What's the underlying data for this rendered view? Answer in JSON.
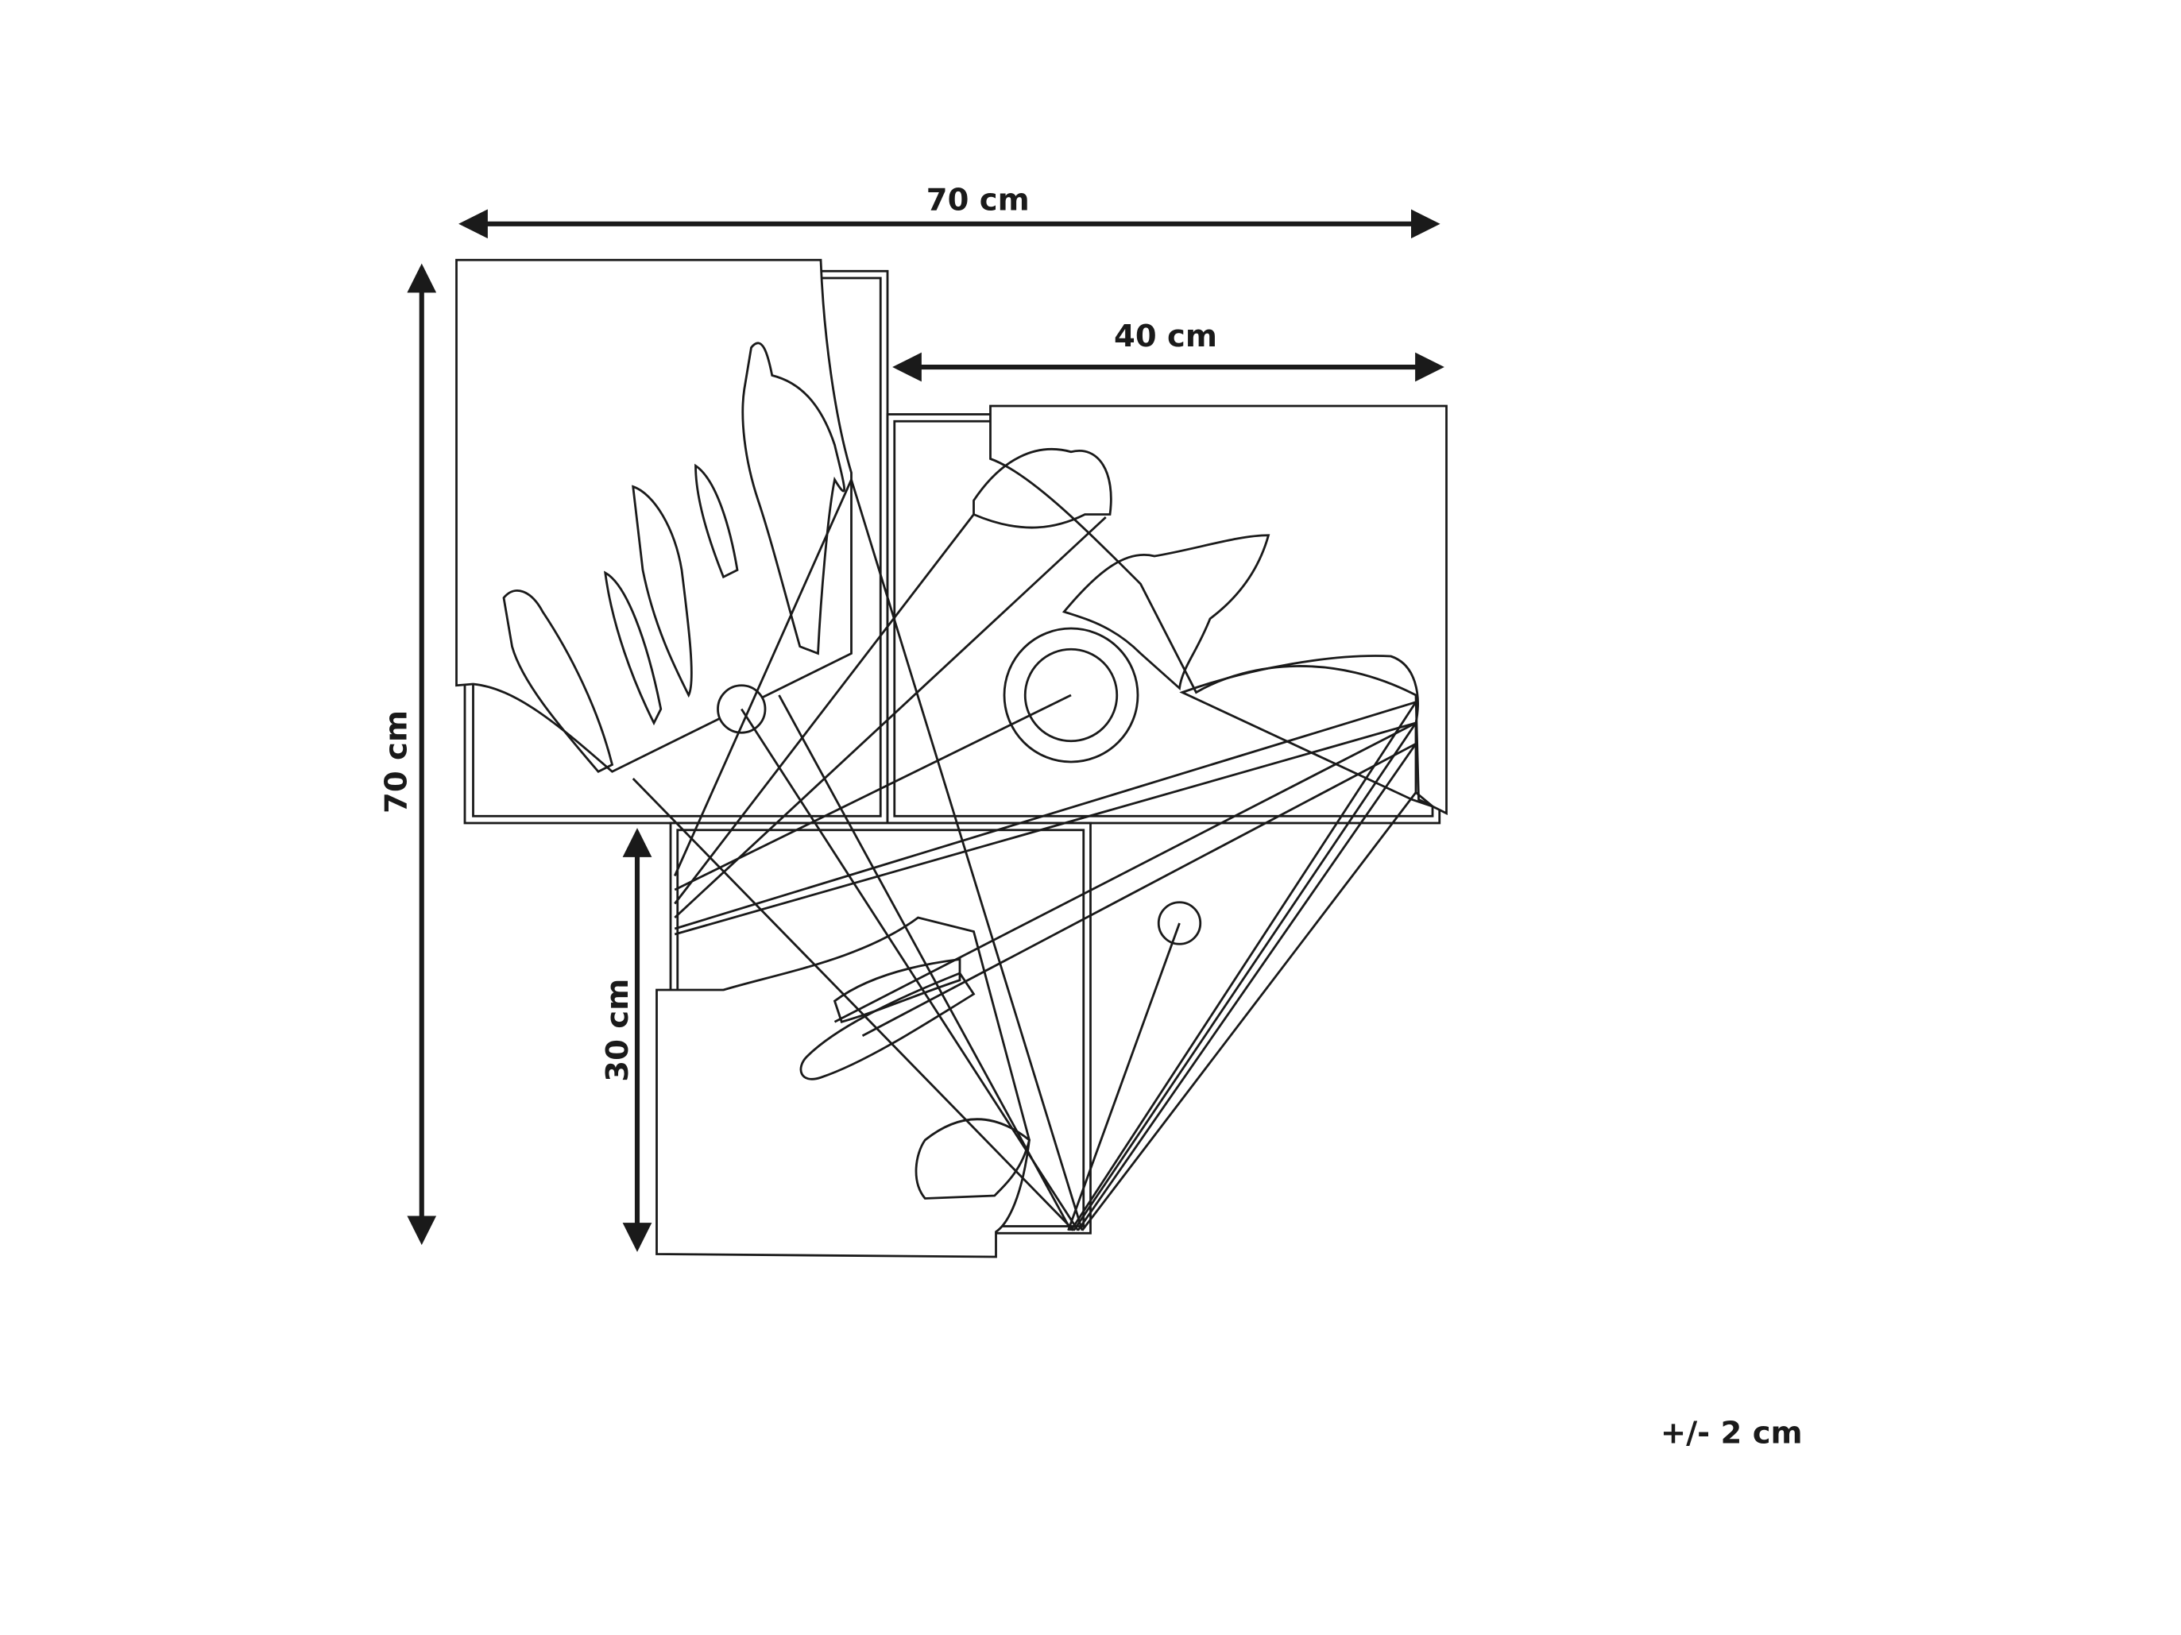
{
  "dimensions": {
    "overall_width": "70 cm",
    "right_panel_width": "40 cm",
    "overall_height": "70 cm",
    "bottom_panel_height": "30 cm",
    "tolerance": "+/- 2 cm"
  },
  "colors": {
    "line": "#1a1a1a",
    "background": "#ffffff"
  }
}
